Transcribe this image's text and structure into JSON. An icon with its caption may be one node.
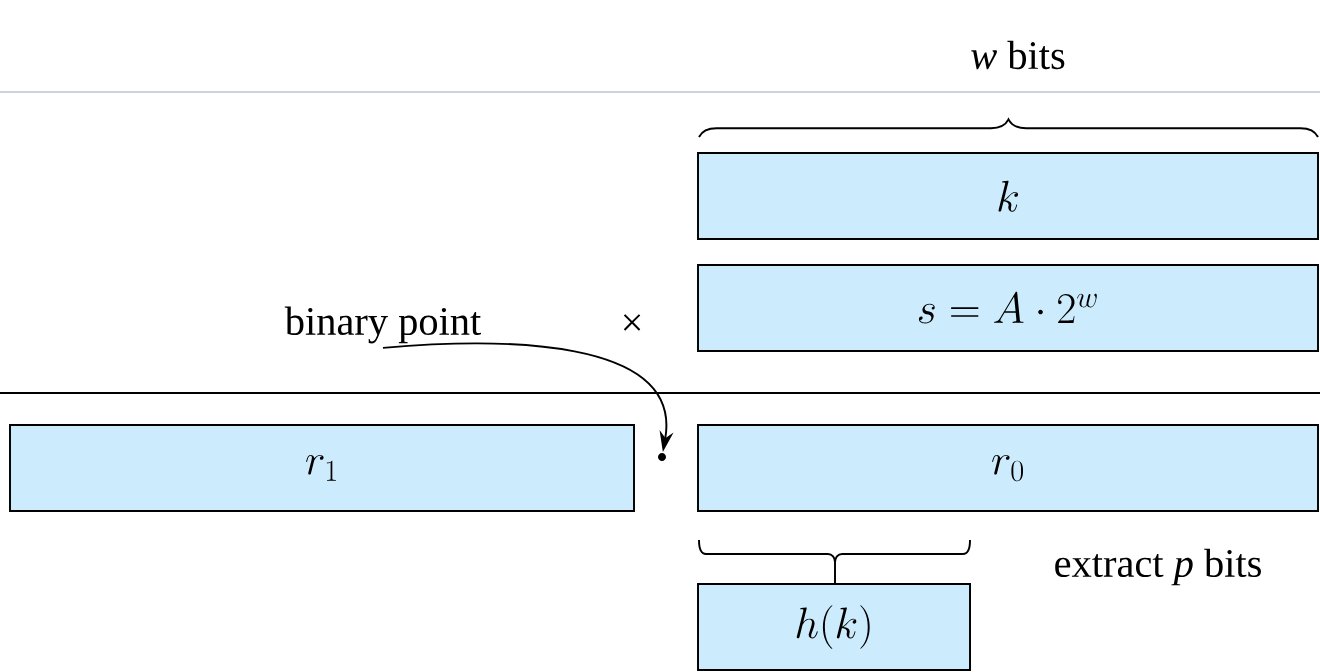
{
  "diagram": {
    "nodes": [
      {
        "text": [
          "k"
        ]
      },
      {
        "text": [
          "binary point"
        ]
      },
      {
        "text": [
          "s = A\\cdot 2^{w}"
        ]
      },
      {
        "text": [
          "r_1"
        ]
      },
      {
        "text": [],
        "shape": "circle"
      },
      {
        "text": [
          "r_0"
        ]
      },
      {
        "text": [
          "h(k)"
        ]
      }
    ],
    "edges": [
      {
        "from": 1,
        "to": 4,
        "arrow": "to"
      }
    ],
    "labels": [
      "*w* bits",
      "×",
      "extract *p* bits"
    ]
  }
}
